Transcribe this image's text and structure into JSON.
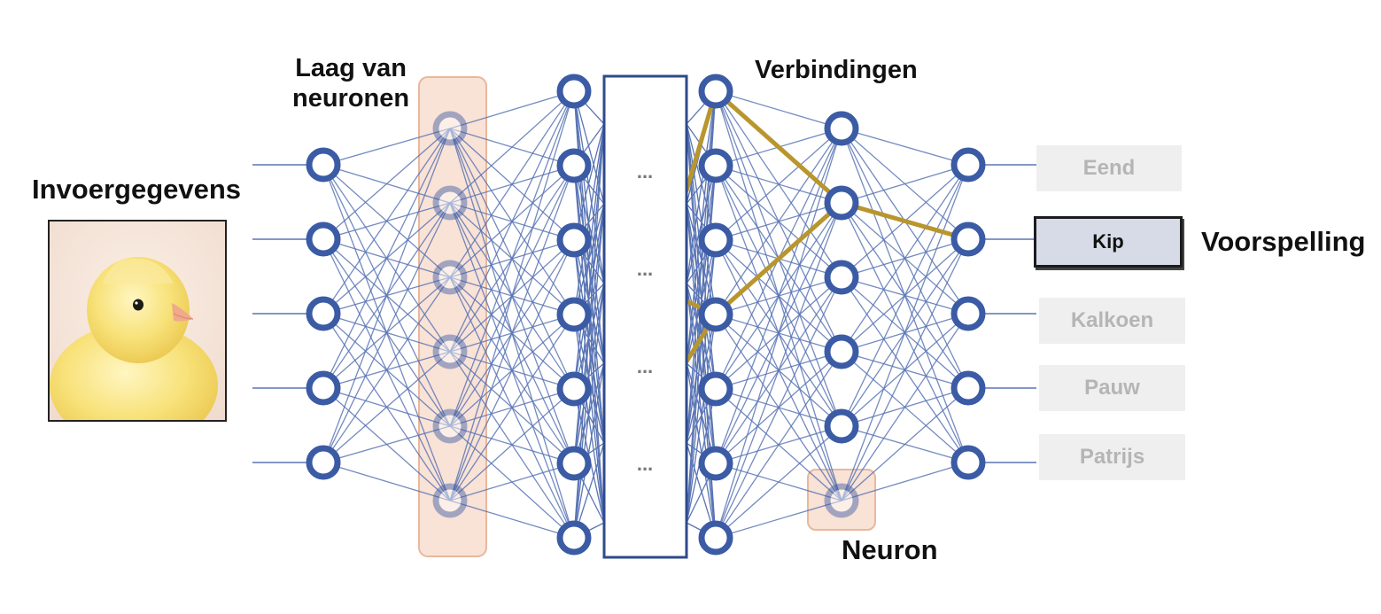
{
  "labels": {
    "input": "Invoergegevens",
    "layer_line1": "Laag van",
    "layer_line2": "neuronen",
    "connections": "Verbindingen",
    "prediction": "Voorspelling",
    "neuron": "Neuron"
  },
  "hidden_ellipsis": [
    "...",
    "...",
    "...",
    "..."
  ],
  "outputs": [
    {
      "label": "Eend",
      "selected": false
    },
    {
      "label": "Kip",
      "selected": true
    },
    {
      "label": "Kalkoen",
      "selected": false
    },
    {
      "label": "Pauw",
      "selected": false
    },
    {
      "label": "Patrijs",
      "selected": false
    }
  ],
  "colors": {
    "node": "#3b5ba5",
    "edge": "#5a75b5",
    "highlight_edge": "#b8962e",
    "layer_fill": "#f9e2d6",
    "layer_border": "#e8b89c"
  },
  "image": "chick-photo"
}
